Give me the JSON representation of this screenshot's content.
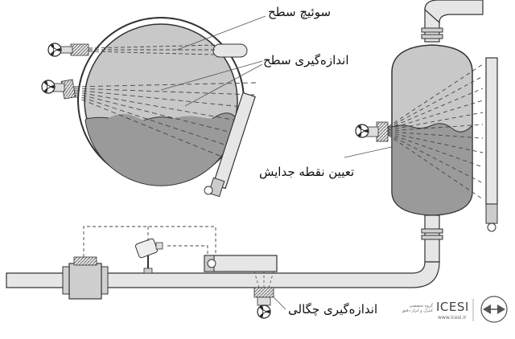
{
  "labels": {
    "level_switch": "سوئیچ سطح",
    "level_measurement": "اندازه‌گیری سطح",
    "interface_detection": "تعیین نقطه جدایش",
    "density_measurement": "اندازه‌گیری چگالی"
  },
  "logo": {
    "name": "ICESI",
    "subtitle": "گروه تخصصی کنترل و ابزار دقیق",
    "url": "www.icesi.ir"
  },
  "colors": {
    "vessel_empty": "#c8c8c8",
    "liquid": "#9a9a9a",
    "outline": "#333333",
    "pipe": "#e6e6e6"
  }
}
